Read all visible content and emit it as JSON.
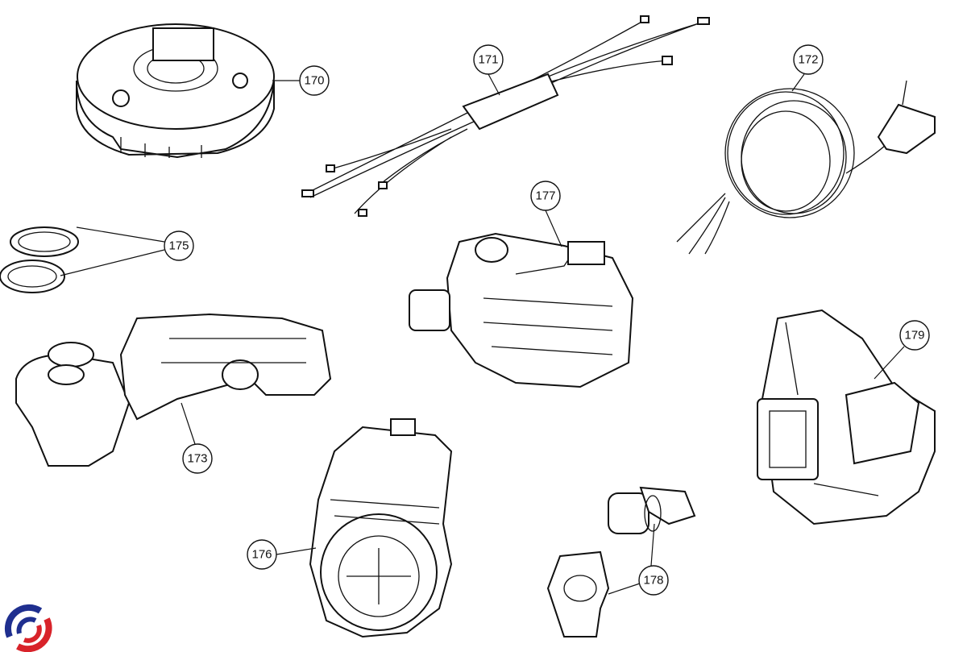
{
  "parts": [
    {
      "id": "170"
    },
    {
      "id": "171"
    },
    {
      "id": "172"
    },
    {
      "id": "175"
    },
    {
      "id": "177"
    },
    {
      "id": "179"
    },
    {
      "id": "173"
    },
    {
      "id": "176"
    },
    {
      "id": "178"
    }
  ],
  "colors": {
    "line": "#111111",
    "logo_blue": "#1f2f8f",
    "logo_red": "#d8232a"
  }
}
